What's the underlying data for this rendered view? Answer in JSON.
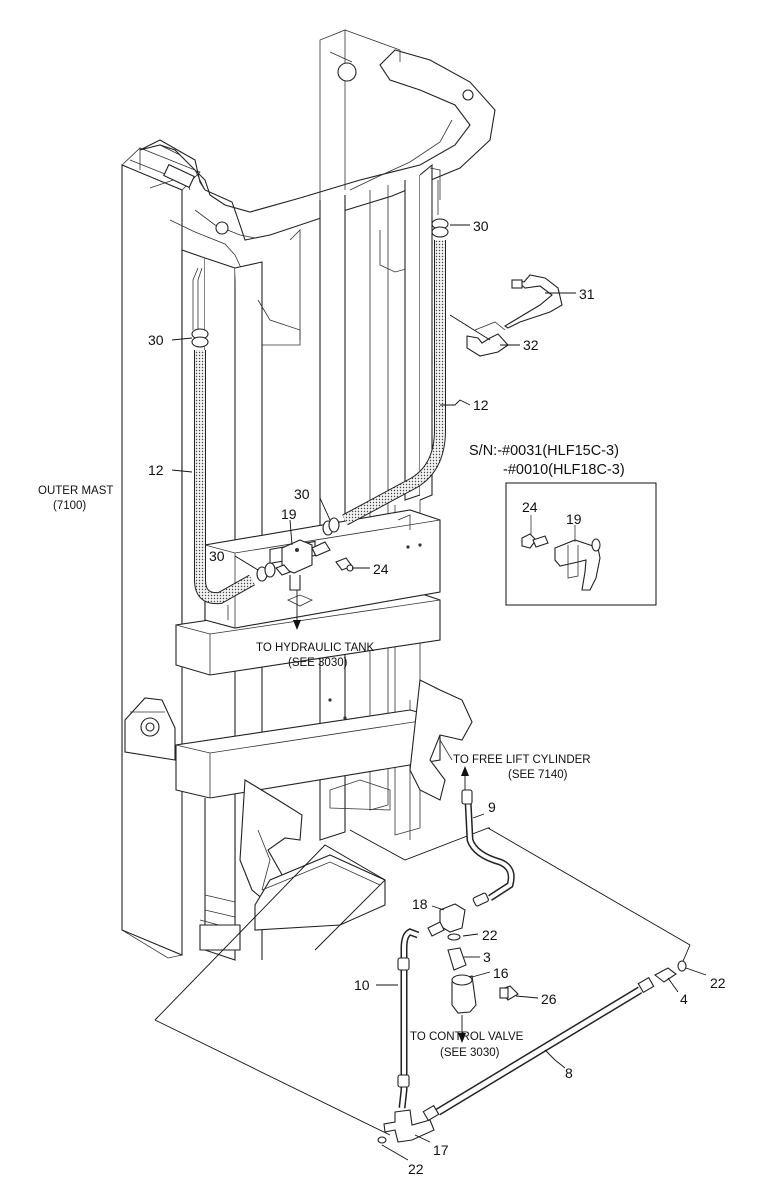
{
  "outer_mast": {
    "line1": "OUTER MAST",
    "line2": "(7100)"
  },
  "serial_note": {
    "line1": "S/N:-#0031(HLF15C-3)",
    "line2": "-#0010(HLF18C-3)"
  },
  "to_hydraulic_tank": {
    "line1": "TO HYDRAULIC TANK",
    "line2": "(SEE 3030)"
  },
  "to_free_lift": {
    "line1": "TO  FREE LIFT CYLINDER",
    "line2": "(SEE 7140)"
  },
  "to_control_valve": {
    "line1": "TO  CONTROL VALVE",
    "line2": "(SEE 3030)"
  },
  "callouts": {
    "c30_top": "30",
    "c31": "31",
    "c32": "32",
    "c30_left": "30",
    "c12_right": "12",
    "c12_left": "12",
    "c30_mid": "30",
    "c19": "19",
    "c30_low": "30",
    "c24": "24",
    "c24_inset": "24",
    "c19_inset": "19",
    "c9": "9",
    "c18": "18",
    "c22_a": "22",
    "c3": "3",
    "c16": "16",
    "c10": "10",
    "c26": "26",
    "c4": "4",
    "c22_b": "22",
    "c8": "8",
    "c17": "17",
    "c22_c": "22"
  }
}
